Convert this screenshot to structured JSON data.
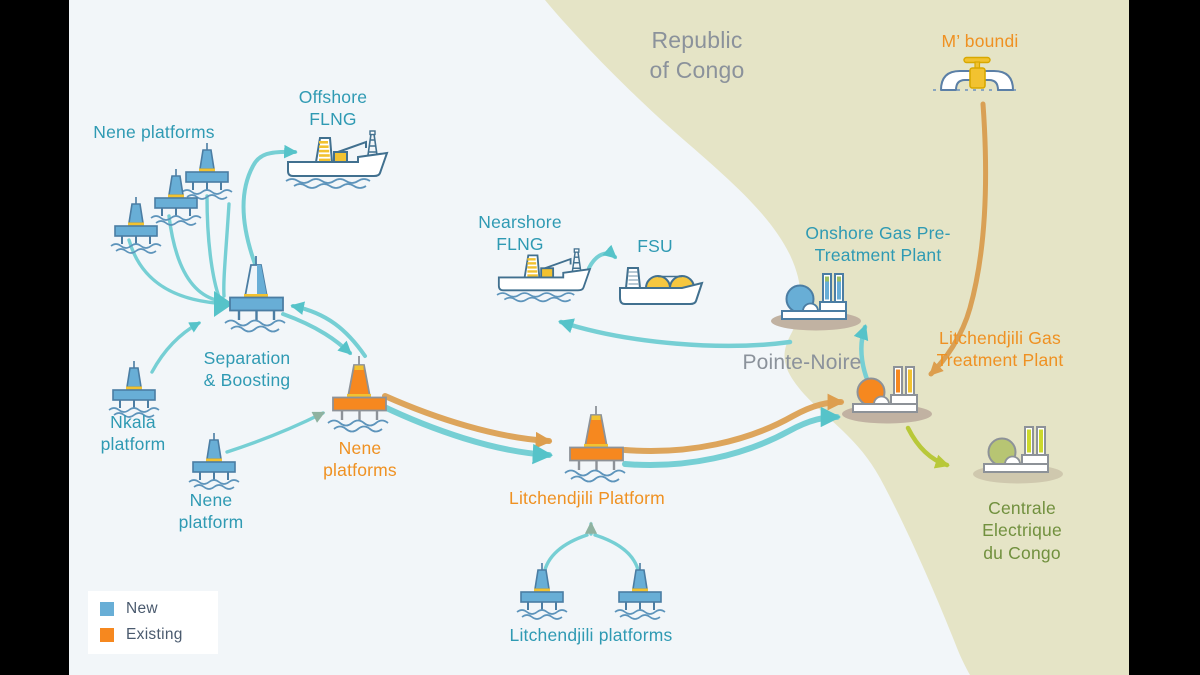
{
  "region": {
    "country_label": "Republic\nof Congo",
    "city_label": "Pointe-Noire"
  },
  "nodes": {
    "nene_platforms_top": {
      "label": "Nene platforms",
      "status": "new"
    },
    "offshore_flng": {
      "label": "Offshore\nFLNG",
      "status": "new"
    },
    "nearshore_flng": {
      "label": "Nearshore\nFLNG",
      "status": "new"
    },
    "fsu": {
      "label": "FSU",
      "status": "new"
    },
    "separation_boosting": {
      "label": "Separation\n& Boosting",
      "status": "new"
    },
    "nkala_platform": {
      "label": "Nkala\nplatform",
      "status": "new"
    },
    "nene_platform": {
      "label": "Nene\nplatform",
      "status": "new"
    },
    "nene_platforms_existing": {
      "label": "Nene\nplatforms",
      "status": "existing"
    },
    "litchendjili_platform": {
      "label": "Litchendjili Platform",
      "status": "existing"
    },
    "litchendjili_platforms": {
      "label": "Litchendjili platforms",
      "status": "new"
    },
    "mboundi": {
      "label": "M’ boundi",
      "status": "existing"
    },
    "onshore_pretreatment_plant": {
      "label": "Onshore Gas Pre-\nTreatment Plant",
      "status": "new"
    },
    "litchendjili_gas_plant": {
      "label": "Litchendjili Gas\nTreatment Plant",
      "status": "existing"
    },
    "centrale_electrique": {
      "label": "Centrale Electrique\ndu Congo"
    }
  },
  "legend": {
    "new_label": "New",
    "existing_label": "Existing",
    "new_color": "#68aed6",
    "existing_color": "#f6881f"
  },
  "colors": {
    "sea": "#f2f6f9",
    "land": "#e5e4c6",
    "teal_text": "#2f9ab3",
    "orange_text": "#ef9122",
    "gray_text": "#8b929b",
    "green_text": "#71903e",
    "teal_flow": "#76cfd4",
    "orange_flow": "#dda55c",
    "green_flow": "#b8c839",
    "platform_blue": "#68aed6",
    "platform_orange": "#f6881f",
    "accent_yellow": "#f2c230"
  }
}
